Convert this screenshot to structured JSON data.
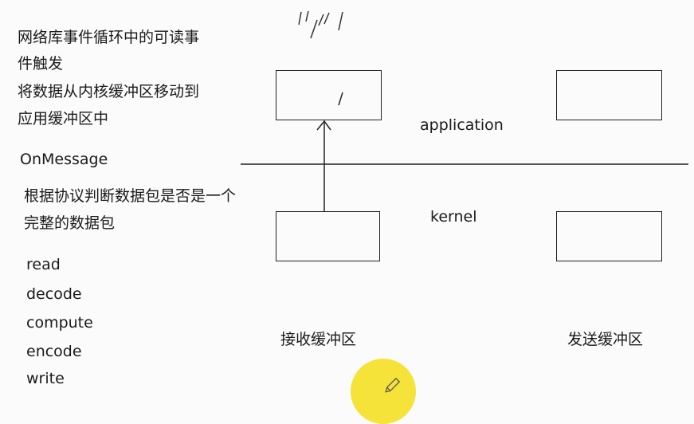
{
  "notes": {
    "line1": "网络库事件循环中的可读事",
    "line2": "件触发",
    "line3": "将数据从内核缓冲区移动到",
    "line4": "应用缓冲区中",
    "line5": "OnMessage",
    "line6": "根据协议判断数据包是否是一个",
    "line7": "完整的数据包"
  },
  "steps": [
    "read",
    "decode",
    "compute",
    "encode",
    "write"
  ],
  "layers": {
    "application": "application",
    "kernel": "kernel"
  },
  "buffers": {
    "receive": "接收缓冲区",
    "send": "发送缓冲区"
  }
}
